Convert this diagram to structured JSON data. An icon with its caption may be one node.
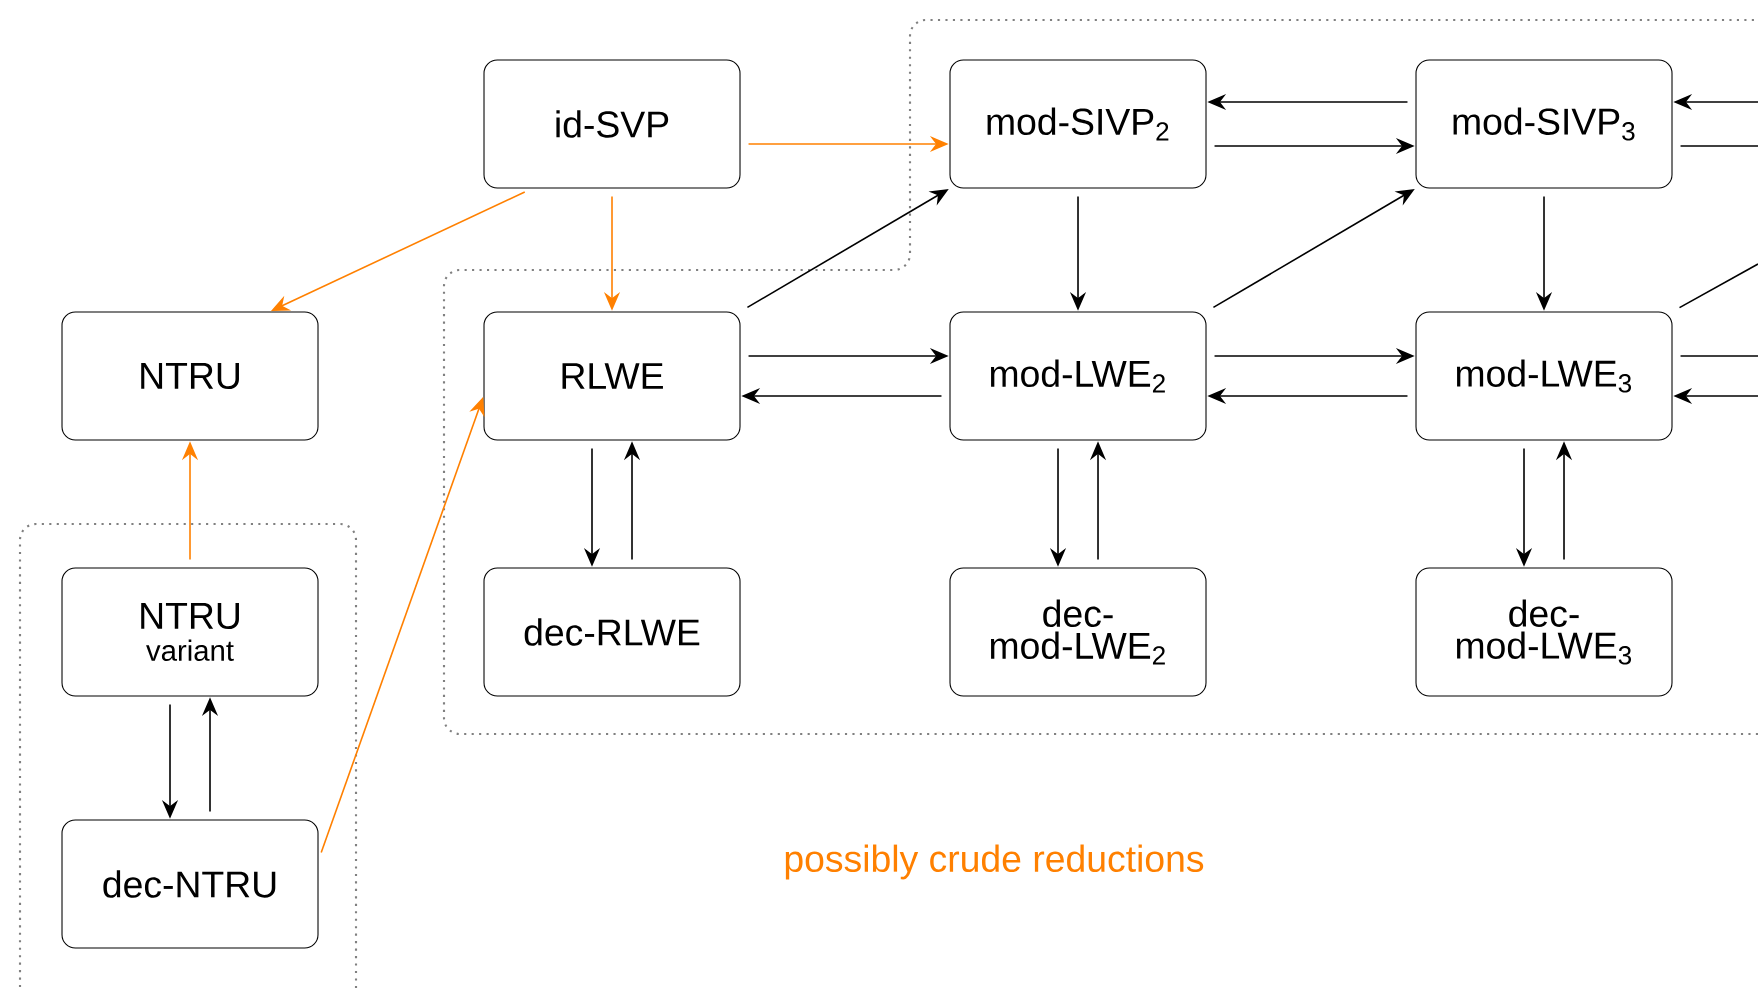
{
  "diagram": {
    "nodes": [
      {
        "text": [
          "id-SVP"
        ]
      },
      {
        "text": [
          "mod-SIVP$_{2}$"
        ]
      },
      {
        "text": [
          "mod-SIVP$_{3}$"
        ]
      },
      {
        "text": [
          "NTRU"
        ]
      },
      {
        "text": [
          "RLWE"
        ]
      },
      {
        "text": [
          "mod-LWE$_{2}$"
        ]
      },
      {
        "text": [
          "mod-LWE$_{3}$"
        ]
      },
      {
        "text": [
          "NTRU",
          "variant"
        ]
      },
      {
        "text": [
          "dec-RLWE"
        ]
      },
      {
        "text": [
          "dec- mod-LWE$_{2}$"
        ]
      },
      {
        "text": [
          "dec- mod-LWE$_{3}$"
        ]
      },
      {
        "text": [
          "dec-NTRU"
        ]
      }
    ],
    "edges": [
      {
        "from": 0,
        "to": 1,
        "arrow": "to",
        "color": "#ff8000"
      },
      {
        "from": 0,
        "to": 3,
        "arrow": "to",
        "color": "#ff8000"
      },
      {
        "from": 0,
        "to": 4,
        "arrow": "to",
        "color": "#ff8000"
      },
      {
        "from": 2,
        "to": 1,
        "arrow": "to"
      },
      {
        "from": 1,
        "to": 2,
        "arrow": "to"
      },
      {
        "from": null,
        "to": 2,
        "arrow": "to"
      },
      {
        "from": 2,
        "to": null,
        "arrow": "none"
      },
      {
        "from": 1,
        "to": 5,
        "arrow": "to"
      },
      {
        "from": 4,
        "to": 1,
        "arrow": "to"
      },
      {
        "from": 5,
        "to": 2,
        "arrow": "to"
      },
      {
        "from": 2,
        "to": 6,
        "arrow": "to"
      },
      {
        "from": 4,
        "to": 5,
        "arrow": "to"
      },
      {
        "from": 5,
        "to": 4,
        "arrow": "to"
      },
      {
        "from": 5,
        "to": 6,
        "arrow": "to"
      },
      {
        "from": 6,
        "to": 5,
        "arrow": "to"
      },
      {
        "from": 6,
        "to": null,
        "arrow": "none"
      },
      {
        "from": 6,
        "to": null,
        "arrow": "none"
      },
      {
        "from": null,
        "to": 6,
        "arrow": "to"
      },
      {
        "from": 4,
        "to": 8,
        "arrow": "to"
      },
      {
        "from": 8,
        "to": 4,
        "arrow": "to"
      },
      {
        "from": 5,
        "to": 9,
        "arrow": "to"
      },
      {
        "from": 9,
        "to": 5,
        "arrow": "to"
      },
      {
        "from": 6,
        "to": 10,
        "arrow": "to"
      },
      {
        "from": 10,
        "to": 6,
        "arrow": "to"
      },
      {
        "from": 7,
        "to": 3,
        "arrow": "to",
        "color": "#ff8000"
      },
      {
        "from": 7,
        "to": 11,
        "arrow": "to"
      },
      {
        "from": 11,
        "to": 7,
        "arrow": "to"
      },
      {
        "from": 11,
        "to": 4,
        "arrow": "to",
        "color": "#ff8000"
      }
    ],
    "labels": [
      "possibly crude reductions"
    ]
  }
}
